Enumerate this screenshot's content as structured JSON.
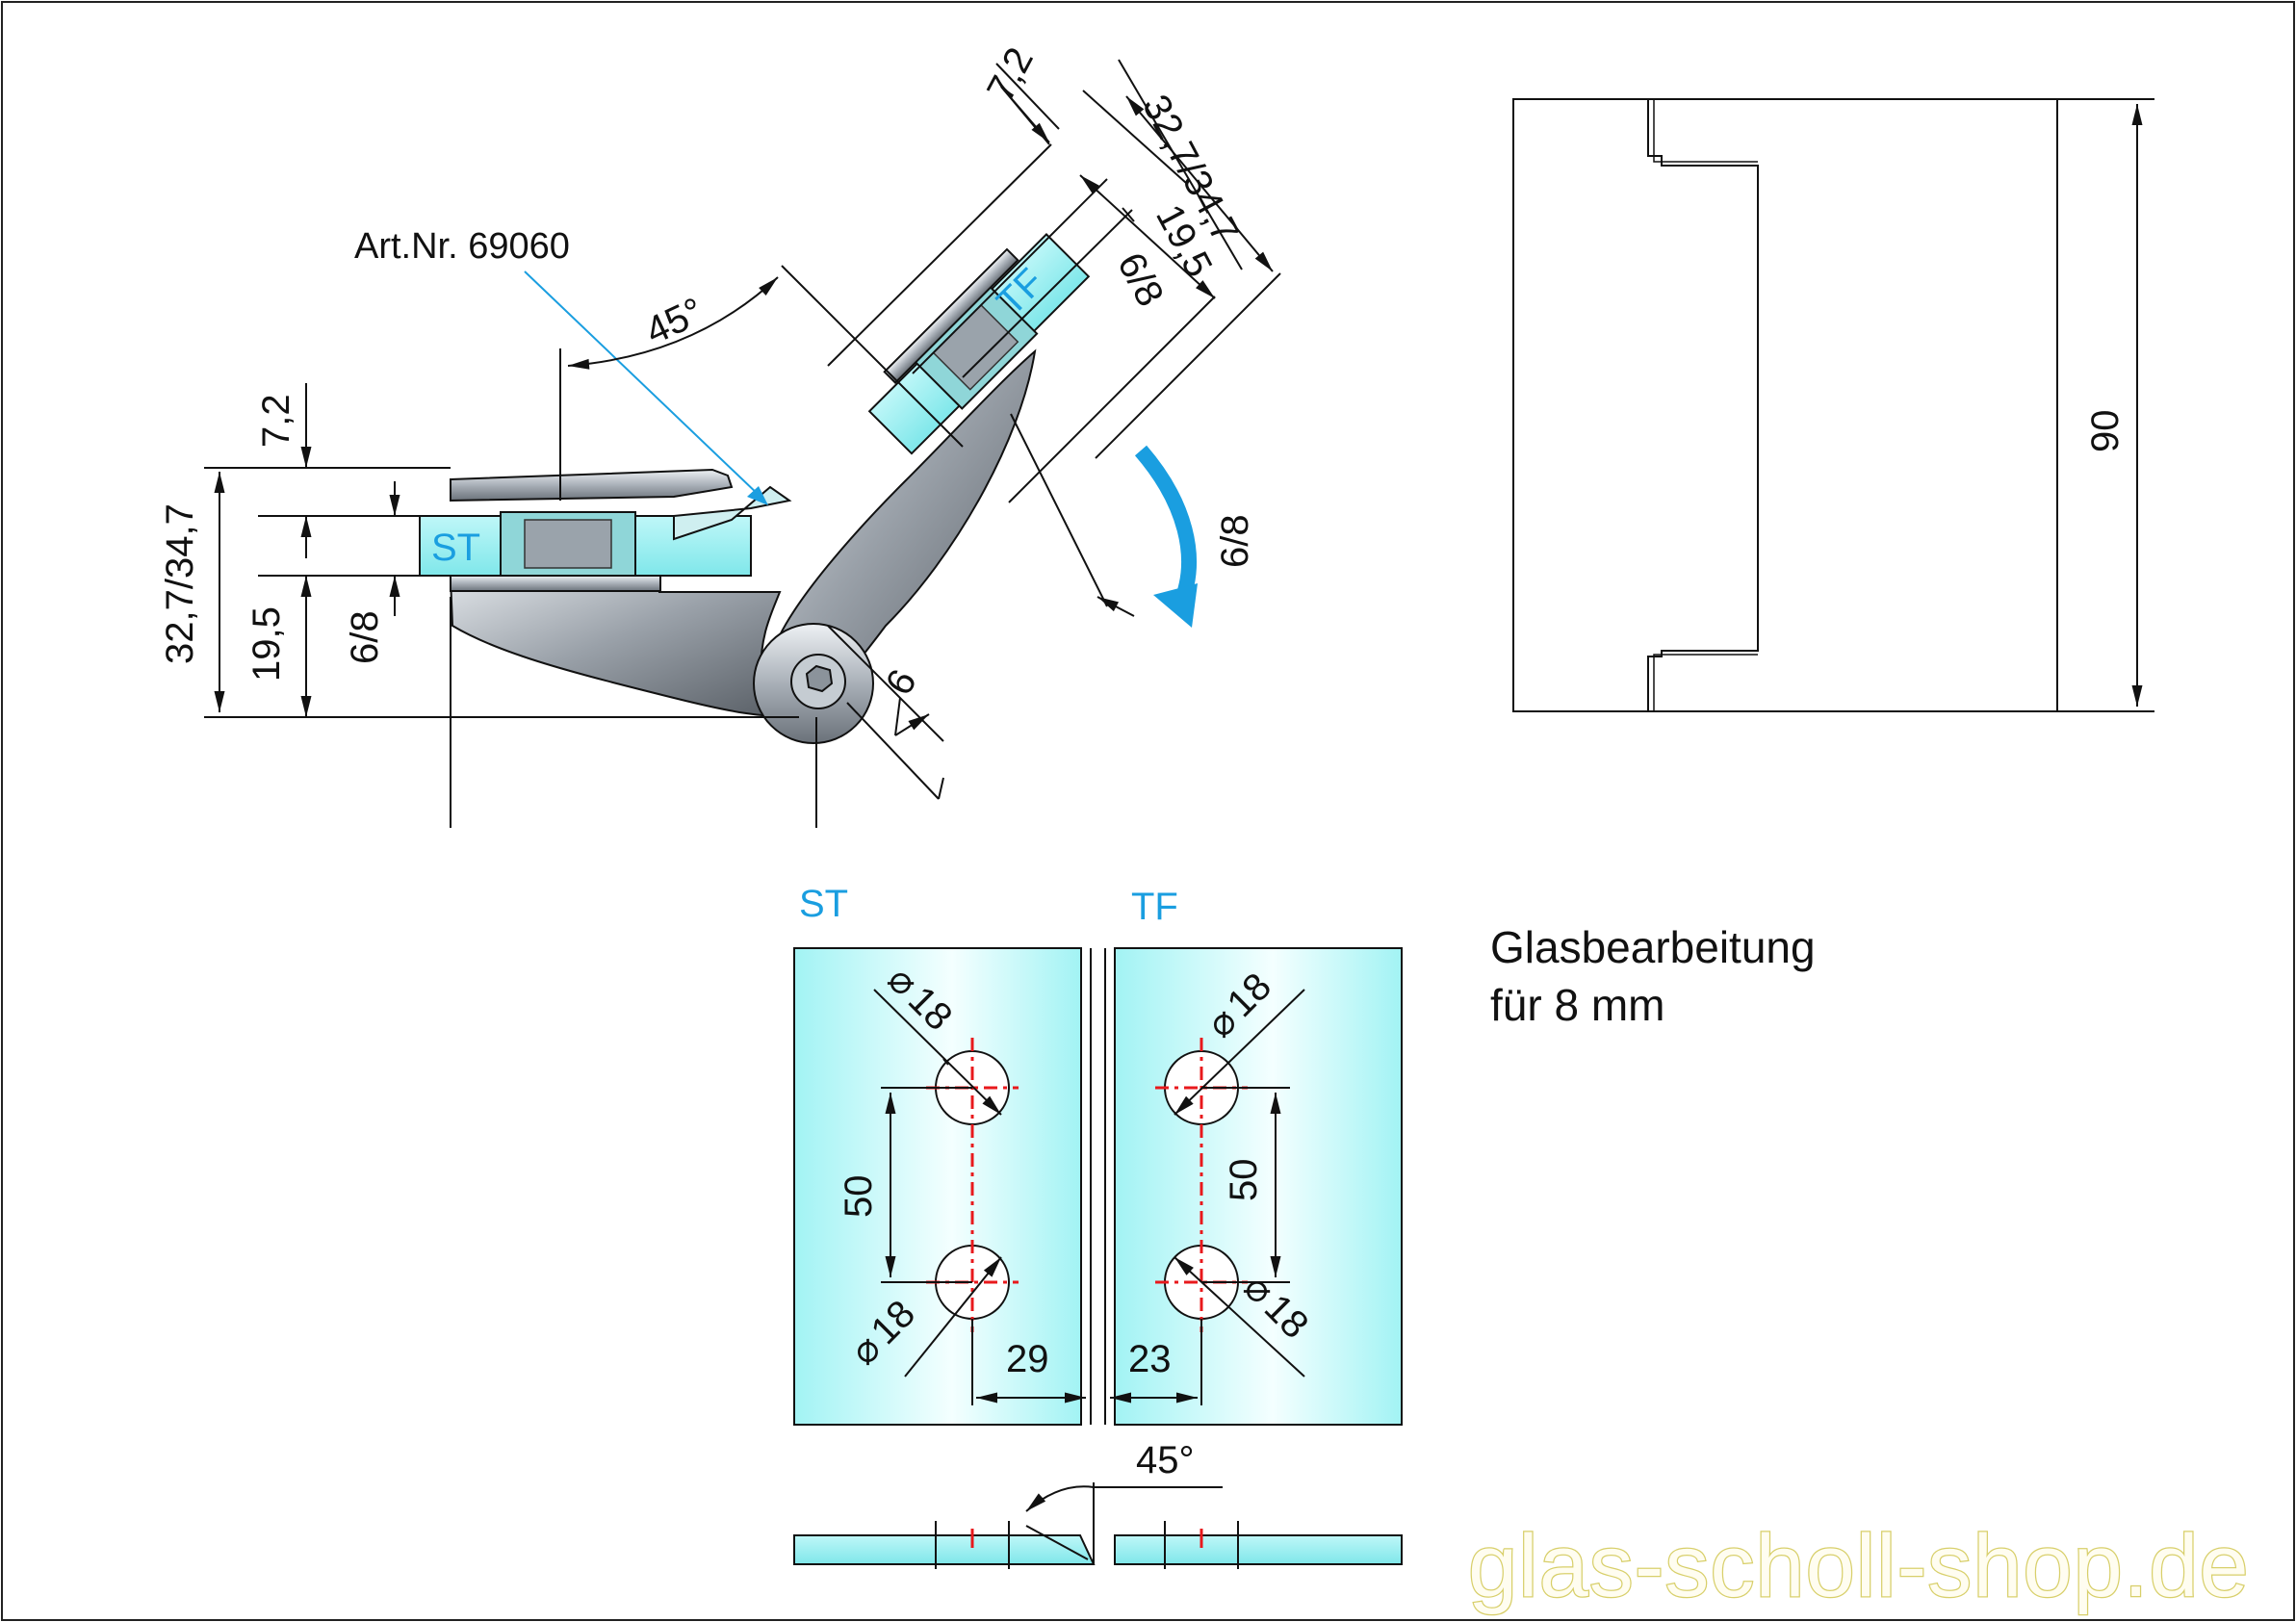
{
  "article": "Art.Nr. 69060",
  "labels": {
    "st": "ST",
    "tf": "TF"
  },
  "angle": "45°",
  "rotation_label": "6/8",
  "dims_side": {
    "d72": "7,2",
    "d327": "32,7/34,7",
    "d195": "19,5",
    "d68": "6/8"
  },
  "dims_top": {
    "d72": "7,2",
    "d327": "32,7/34,7",
    "d195": "19,5",
    "d68": "6/8"
  },
  "dims_misc": {
    "d6": "6",
    "height": "90"
  },
  "holes": {
    "dia": "18",
    "spacing": "50",
    "st_edge": "29",
    "tf_edge": "23",
    "bottom_angle": "45°"
  },
  "note": {
    "line1": "Glasbearbeitung",
    "line2": "für 8 mm"
  },
  "watermark": "glas-scholl-shop.de",
  "colors": {
    "accent": "#1a9ee0",
    "glass": "#9ef2f4",
    "center": "#e8191c"
  }
}
